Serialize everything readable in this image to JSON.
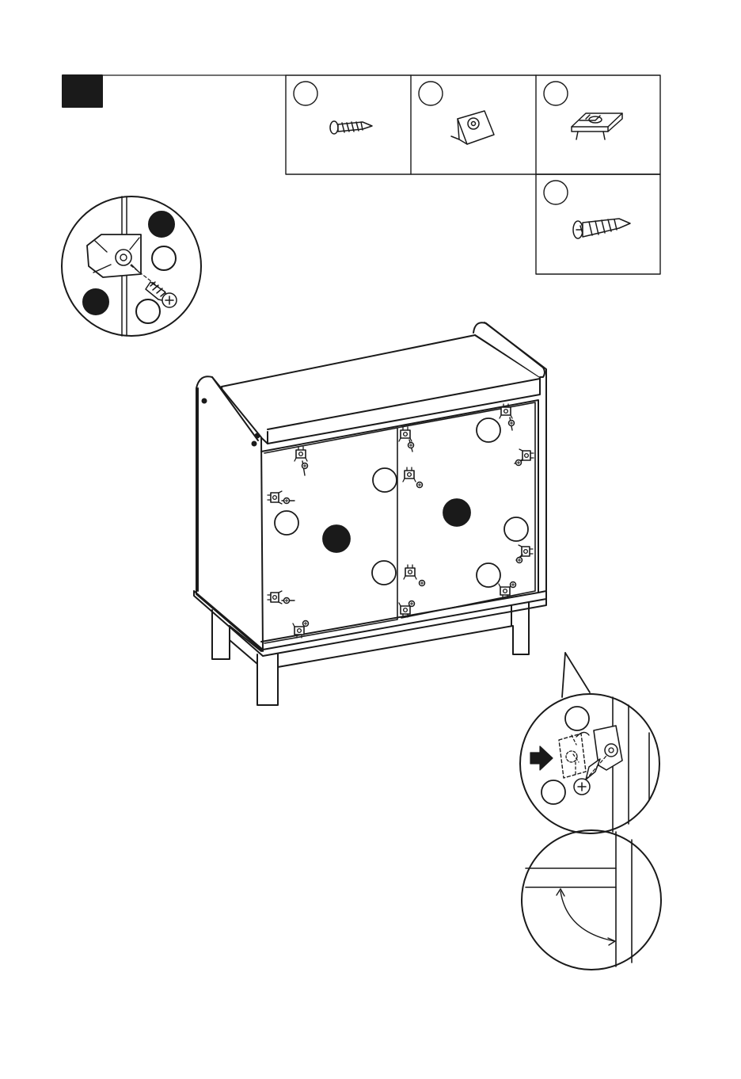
{
  "step": {
    "number_label": ""
  },
  "parts_table": [
    {
      "id": "",
      "item": "wood-screw-icon"
    },
    {
      "id": "",
      "item": "corner-bracket-icon"
    },
    {
      "id": "",
      "item": "back-panel-clip-icon"
    },
    {
      "id": "",
      "item": "short-screw-icon"
    }
  ],
  "colors": {
    "ink": "#1a1a1a",
    "paper": "#ffffff",
    "marker_fill": "#1a1a1a"
  },
  "main_labels": {
    "left_panel_marker": "",
    "right_panel_marker": ""
  },
  "detail_callouts": [
    "clip-screw-detail",
    "bracket-detail",
    "right-angle-detail"
  ]
}
